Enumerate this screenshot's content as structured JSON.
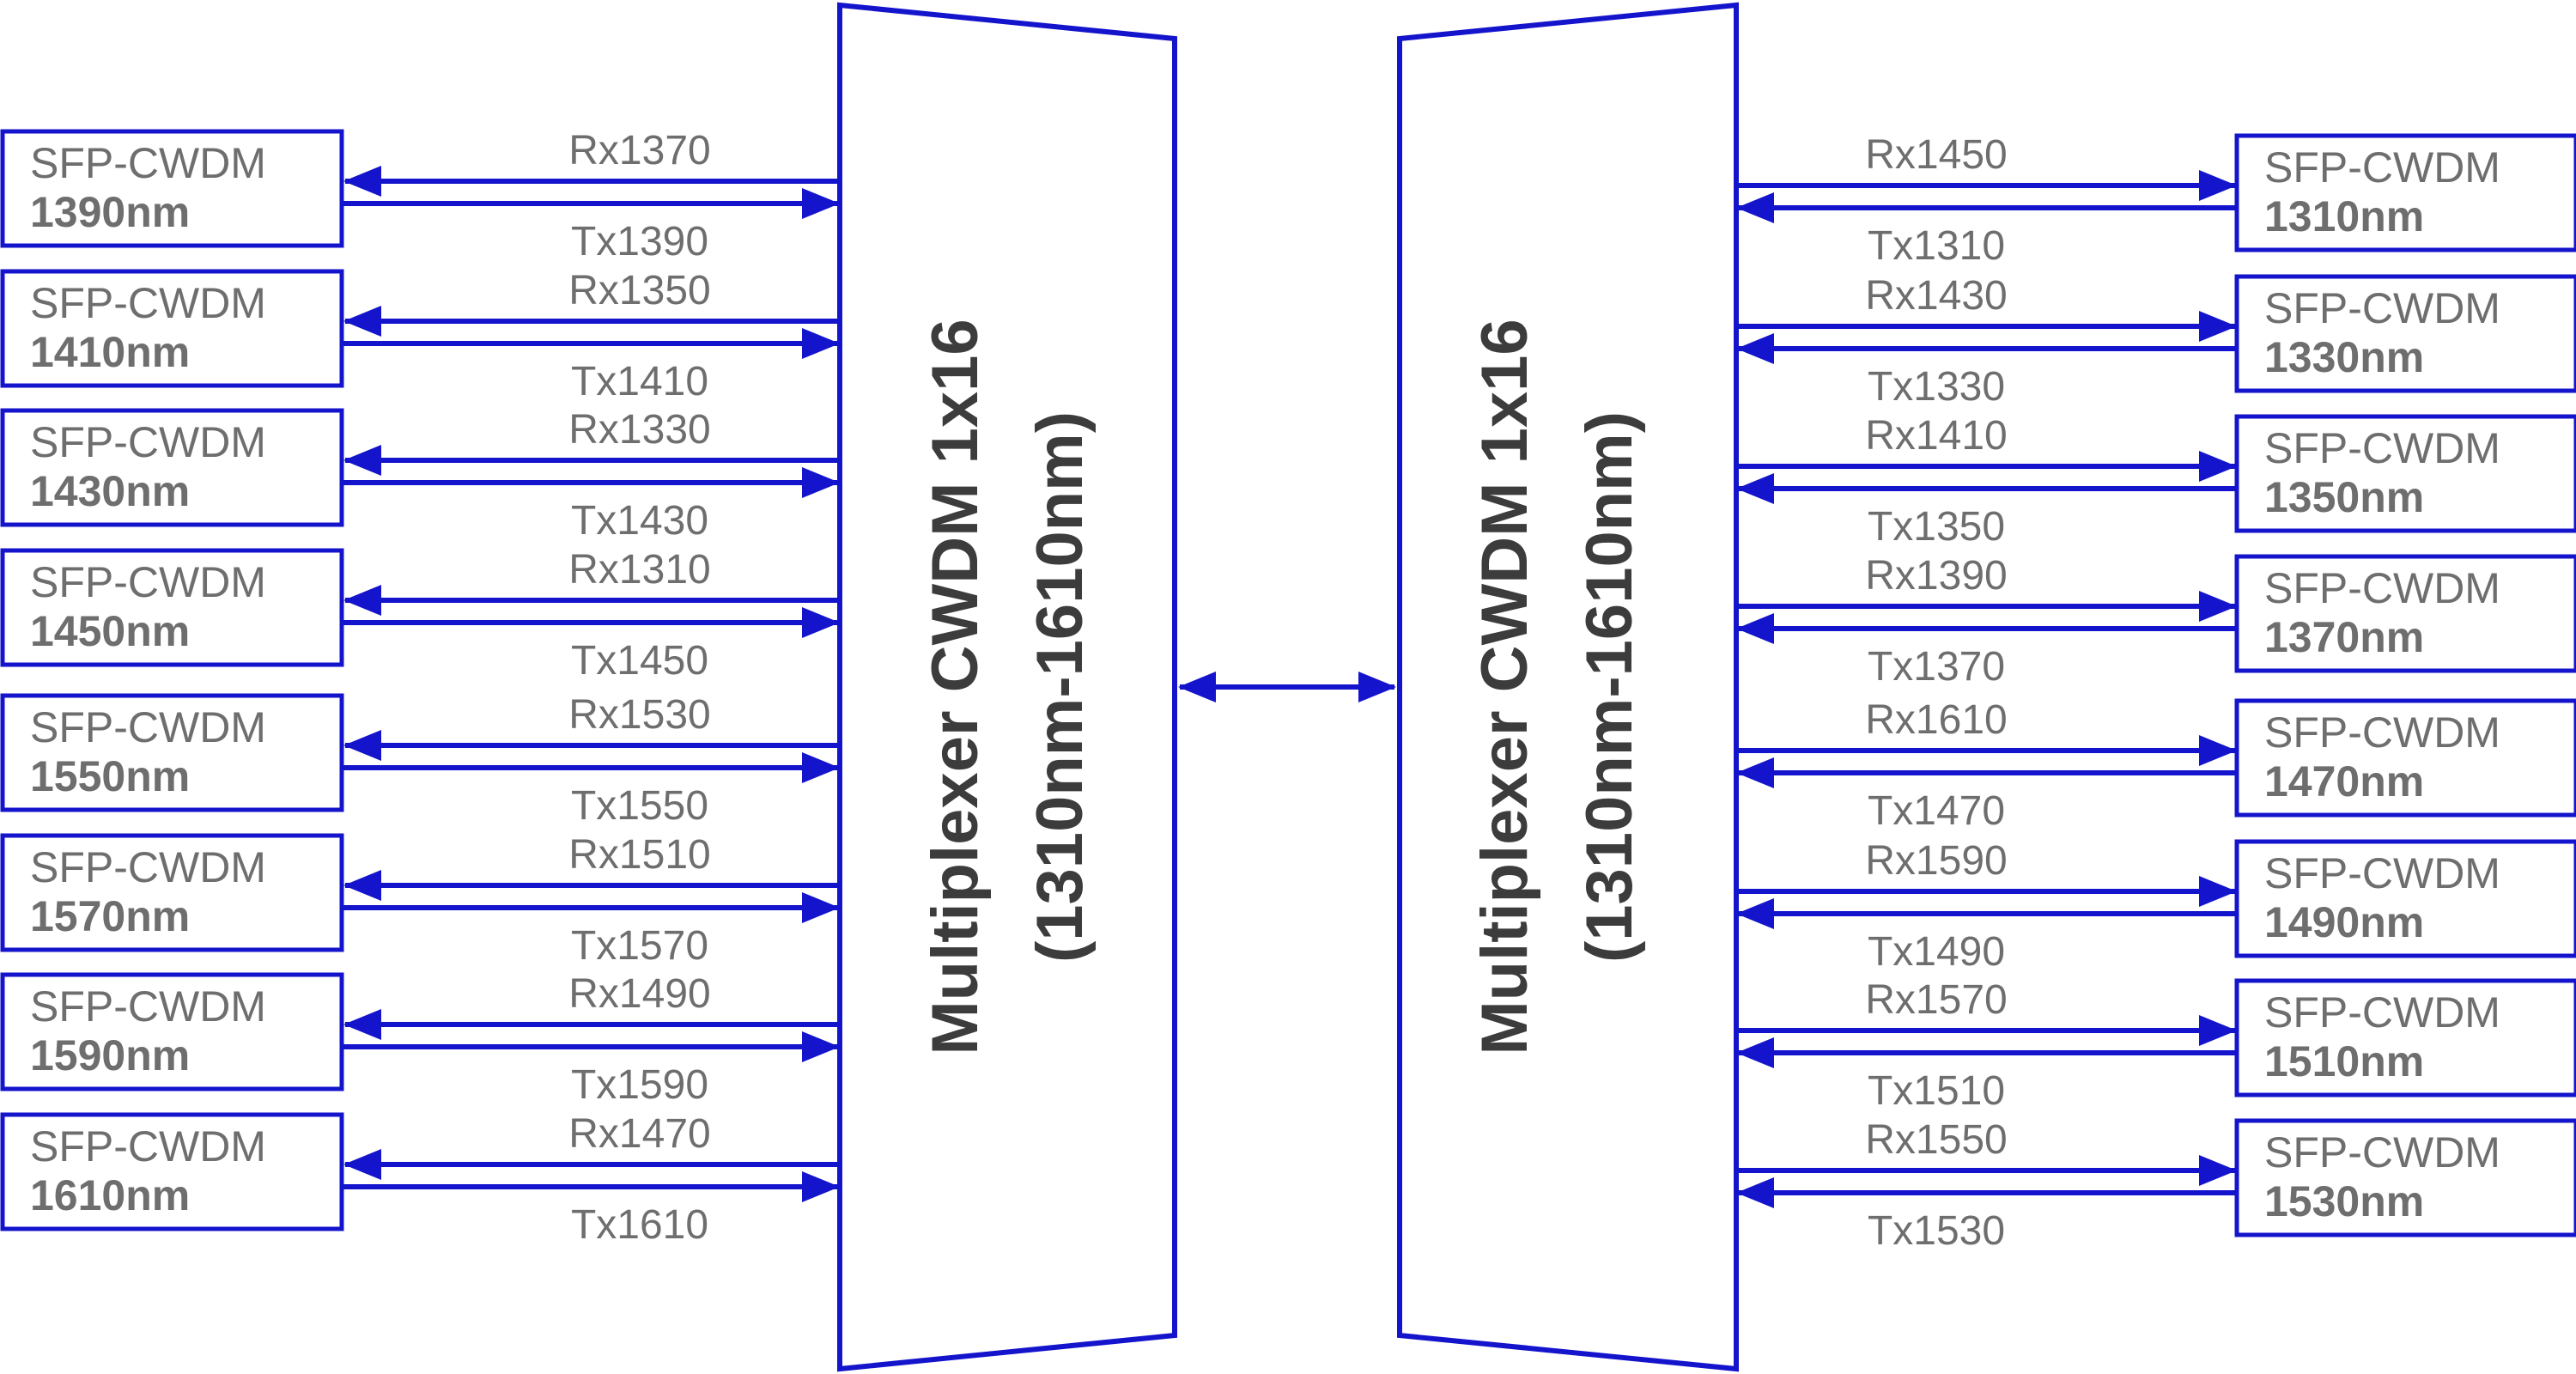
{
  "colors": {
    "line": "#1414cc",
    "text": "#6e6e6e",
    "mux_text": "#3c3c3c"
  },
  "multiplexers": [
    {
      "title": "Multiplexer CWDM 1x16",
      "range": "(1310nm-1610nm)"
    },
    {
      "title": "Multiplexer CWDM 1x16",
      "range": "(1310nm-1610nm)"
    }
  ],
  "left_modules": [
    {
      "type": "SFP-CWDM",
      "wavelength": "1390nm",
      "rx": "Rx1370",
      "tx": "Tx1390"
    },
    {
      "type": "SFP-CWDM",
      "wavelength": "1410nm",
      "rx": "Rx1350",
      "tx": "Tx1410"
    },
    {
      "type": "SFP-CWDM",
      "wavelength": "1430nm",
      "rx": "Rx1330",
      "tx": "Tx1430"
    },
    {
      "type": "SFP-CWDM",
      "wavelength": "1450nm",
      "rx": "Rx1310",
      "tx": "Tx1450"
    },
    {
      "type": "SFP-CWDM",
      "wavelength": "1550nm",
      "rx": "Rx1530",
      "tx": "Tx1550"
    },
    {
      "type": "SFP-CWDM",
      "wavelength": "1570nm",
      "rx": "Rx1510",
      "tx": "Tx1570"
    },
    {
      "type": "SFP-CWDM",
      "wavelength": "1590nm",
      "rx": "Rx1490",
      "tx": "Tx1590"
    },
    {
      "type": "SFP-CWDM",
      "wavelength": "1610nm",
      "rx": "Rx1470",
      "tx": "Tx1610"
    }
  ],
  "right_modules": [
    {
      "type": "SFP-CWDM",
      "wavelength": "1310nm",
      "rx": "Rx1450",
      "tx": "Tx1310"
    },
    {
      "type": "SFP-CWDM",
      "wavelength": "1330nm",
      "rx": "Rx1430",
      "tx": "Tx1330"
    },
    {
      "type": "SFP-CWDM",
      "wavelength": "1350nm",
      "rx": "Rx1410",
      "tx": "Tx1350"
    },
    {
      "type": "SFP-CWDM",
      "wavelength": "1370nm",
      "rx": "Rx1390",
      "tx": "Tx1370"
    },
    {
      "type": "SFP-CWDM",
      "wavelength": "1470nm",
      "rx": "Rx1610",
      "tx": "Tx1470"
    },
    {
      "type": "SFP-CWDM",
      "wavelength": "1490nm",
      "rx": "Rx1590",
      "tx": "Tx1490"
    },
    {
      "type": "SFP-CWDM",
      "wavelength": "1510nm",
      "rx": "Rx1570",
      "tx": "Tx1510"
    },
    {
      "type": "SFP-CWDM",
      "wavelength": "1530nm",
      "rx": "Rx1550",
      "tx": "Tx1530"
    }
  ]
}
